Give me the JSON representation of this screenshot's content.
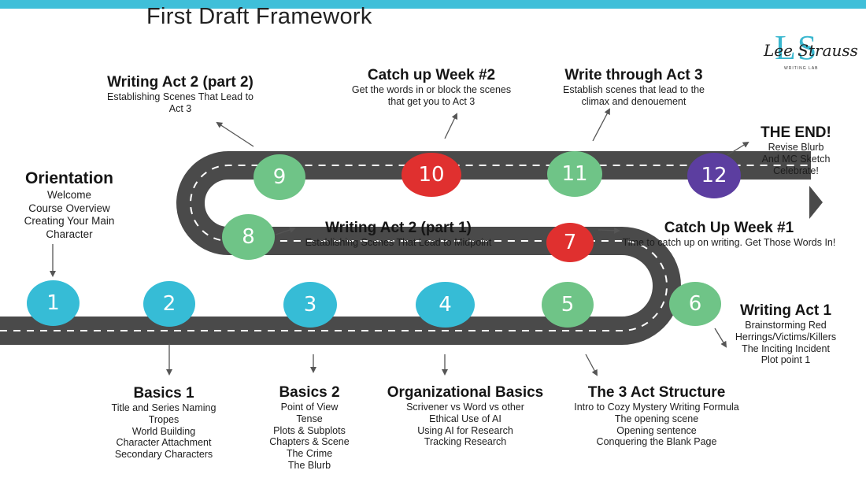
{
  "header": {
    "title": "First Draft Framework"
  },
  "logo": {
    "monogram": "LS",
    "name": "Lee Strauss",
    "sub": "WRITING LAB"
  },
  "colors": {
    "blue": "#36bcd6",
    "green": "#6fc487",
    "red": "#e0302f",
    "purple": "#5c3ea0",
    "road": "#4a4a4a",
    "accent_bar": "#3fbfd9"
  },
  "steps": [
    {
      "number": "1",
      "title": "Orientation",
      "lines": [
        "Welcome",
        "Course Overview",
        "Creating Your Main",
        "Character"
      ]
    },
    {
      "number": "2",
      "title": "Basics 1",
      "lines": [
        "Title and Series Naming",
        "Tropes",
        "World Building",
        "Character Attachment",
        "Secondary Characters"
      ]
    },
    {
      "number": "3",
      "title": "Basics 2",
      "lines": [
        "Point of View",
        "Tense",
        "Plots & Subplots",
        "Chapters & Scene",
        "The Crime",
        "The Blurb"
      ]
    },
    {
      "number": "4",
      "title": "Organizational Basics",
      "lines": [
        "Scrivener vs Word vs other",
        "Ethical Use of AI",
        "Using AI for Research",
        "Tracking Research"
      ]
    },
    {
      "number": "5",
      "title": "The 3 Act Structure",
      "lines": [
        "Intro to Cozy Mystery Writing Formula",
        "The opening scene",
        "Opening sentence",
        "Conquering the Blank Page"
      ]
    },
    {
      "number": "6",
      "title": "Writing Act 1",
      "lines": [
        "Brainstorming Red",
        "Herrings/Victims/Killers",
        "The Inciting Incident",
        "Plot point 1"
      ]
    },
    {
      "number": "7",
      "title": "Catch Up Week #1",
      "lines": [
        "Time to catch up on writing. Get Those Words In!"
      ]
    },
    {
      "number": "8",
      "title": "Writing Act 2 (part 1)",
      "lines": [
        "Establishing Scenes That Lead to Midpoint"
      ]
    },
    {
      "number": "9",
      "title": "Writing Act 2 (part 2)",
      "lines": [
        "Establishing Scenes That Lead to",
        "Act 3"
      ]
    },
    {
      "number": "10",
      "title": "Catch up Week #2",
      "lines": [
        "Get the words in or block the scenes",
        "that get you to Act 3"
      ]
    },
    {
      "number": "11",
      "title": "Write through Act 3",
      "lines": [
        "Establish scenes that lead to the",
        "climax and denouement"
      ]
    },
    {
      "number": "12",
      "title": "THE END!",
      "lines": [
        "Revise Blurb",
        "And MC Sketch",
        "Celebrate!"
      ]
    }
  ]
}
